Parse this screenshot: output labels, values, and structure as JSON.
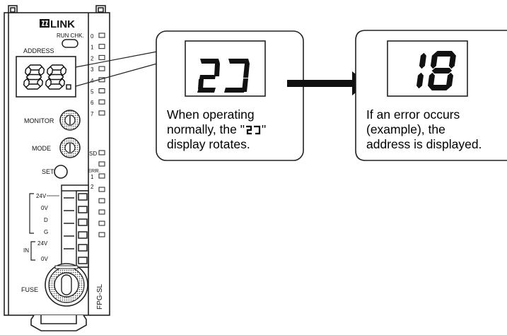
{
  "module": {
    "brand": "S LINK",
    "run_chk": "RUN CHK.",
    "address_label": "ADDRESS",
    "address_display": "88.",
    "monitor_label": "MONITOR",
    "mode_label": "MODE",
    "set_label": "SET",
    "fuse_label": "FUSE",
    "model": "FPG-SL",
    "indicators_top": [
      "0",
      "1",
      "2",
      "3",
      "4",
      "5",
      "6",
      "7"
    ],
    "sd_label": "SD",
    "err_label": "ERR.",
    "err_indicators": [
      "1",
      "2"
    ],
    "terminal_24v": "24V",
    "terminal_0v": "0V",
    "terminal_d": "D",
    "terminal_g": "G",
    "in_label": "IN",
    "in_24v": "24V",
    "in_0v": "0V"
  },
  "callout_normal": {
    "display_value": "rotating",
    "line1": "When operating",
    "line2_pre": "normally, the \"",
    "line2_post": "\"",
    "line3": "display rotates."
  },
  "callout_error": {
    "display_value": "18",
    "line1": "If an error occurs",
    "line2": "(example), the",
    "line3": "address is displayed."
  }
}
